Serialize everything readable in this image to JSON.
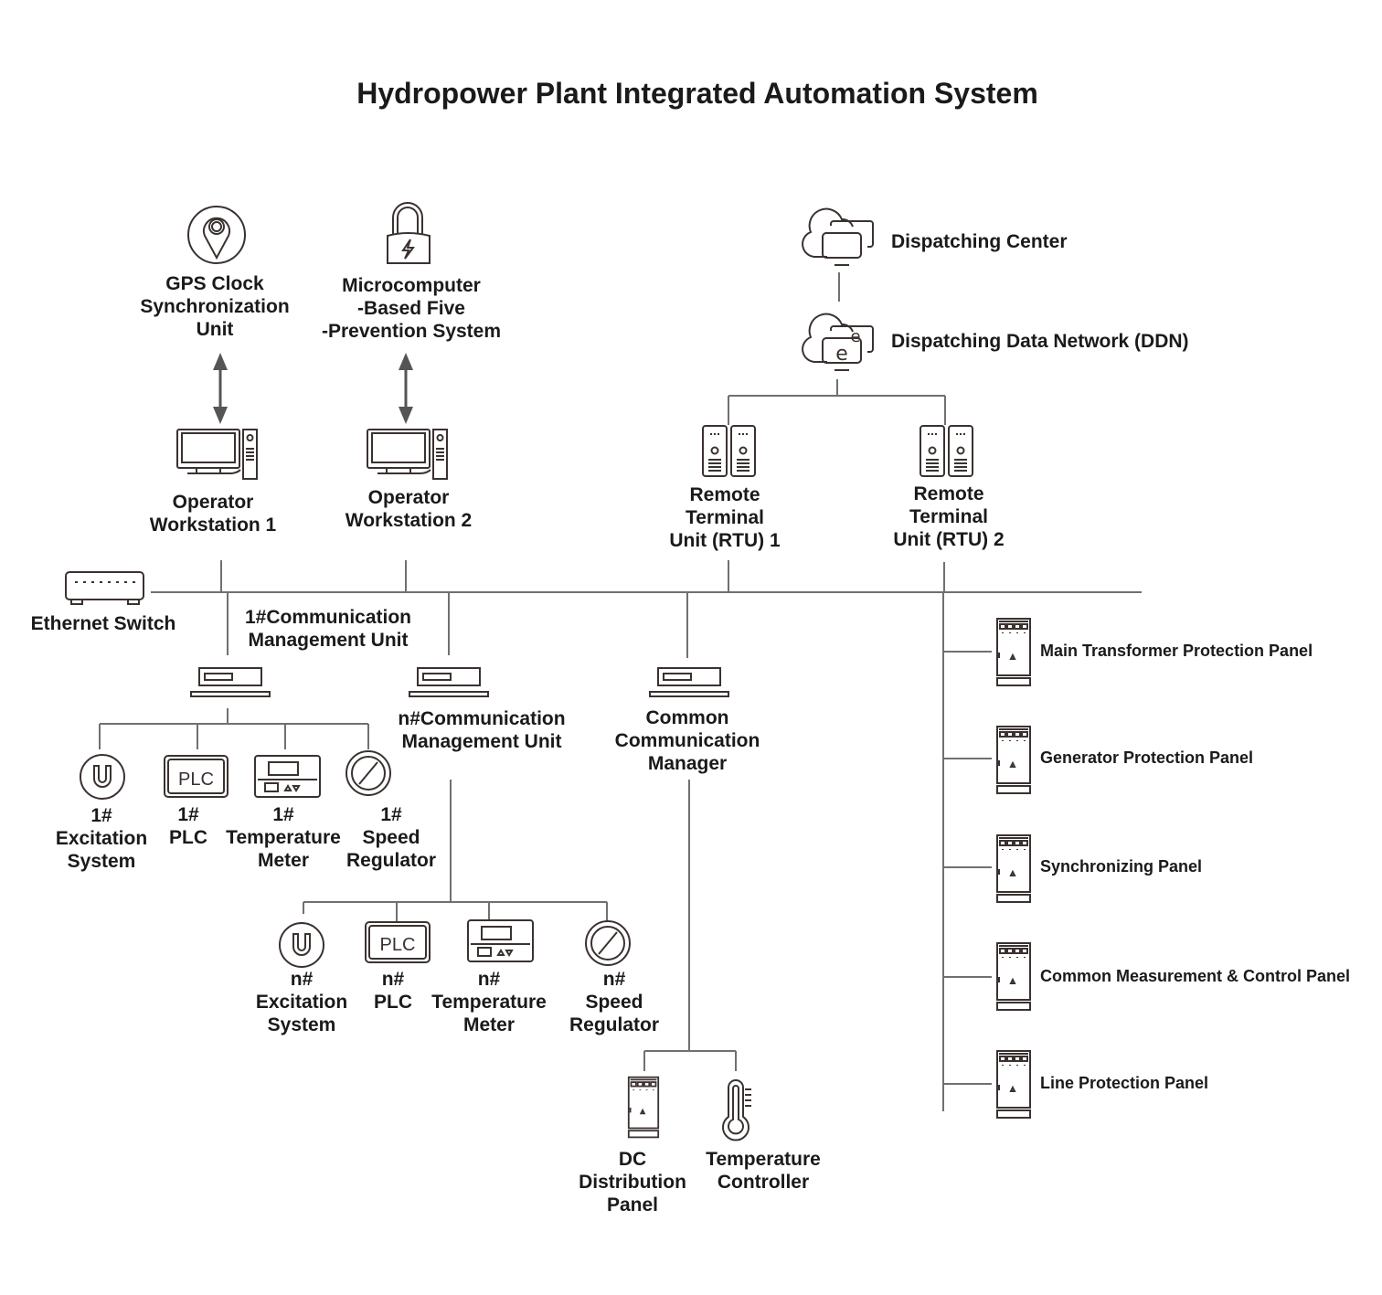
{
  "title": "Hydropower Plant Integrated Automation System",
  "nodes": {
    "gps": "GPS Clock\nSynchronization\nUnit",
    "five_prevention": "Microcomputer\n-Based Five\n-Prevention System",
    "dispatching_center": "Dispatching Center",
    "ddn": "Dispatching Data Network (DDN)",
    "workstation1": "Operator\nWorkstation 1",
    "workstation2": "Operator\nWorkstation 2",
    "rtu1": "Remote\nTerminal\nUnit (RTU) 1",
    "rtu2": "Remote\nTerminal\nUnit (RTU) 2",
    "ethernet_switch": "Ethernet Switch",
    "cmu1": "1#Communication\nManagement Unit",
    "cmun": "n#Communication\nManagement Unit",
    "common_manager": "Common\nCommunication\nManager",
    "dc_panel": "DC\nDistribution\nPanel",
    "temp_controller": "Temperature\nController"
  },
  "unit1": {
    "excitation": "1#\nExcitation\nSystem",
    "plc": "1#\nPLC",
    "temp_meter": "1#\nTemperature\nMeter",
    "speed_regulator": "1#\nSpeed\nRegulator",
    "plc_icon_text": "PLC"
  },
  "unitn": {
    "excitation": "n#\nExcitation\nSystem",
    "plc": "n#\nPLC",
    "temp_meter": "n#\nTemperature\nMeter",
    "speed_regulator": "n#\nSpeed\nRegulator",
    "plc_icon_text": "PLC"
  },
  "panels": [
    "Main Transformer Protection Panel",
    "Generator Protection Panel",
    "Synchronizing Panel",
    "Common Measurement & Control Panel",
    "Line Protection Panel"
  ]
}
